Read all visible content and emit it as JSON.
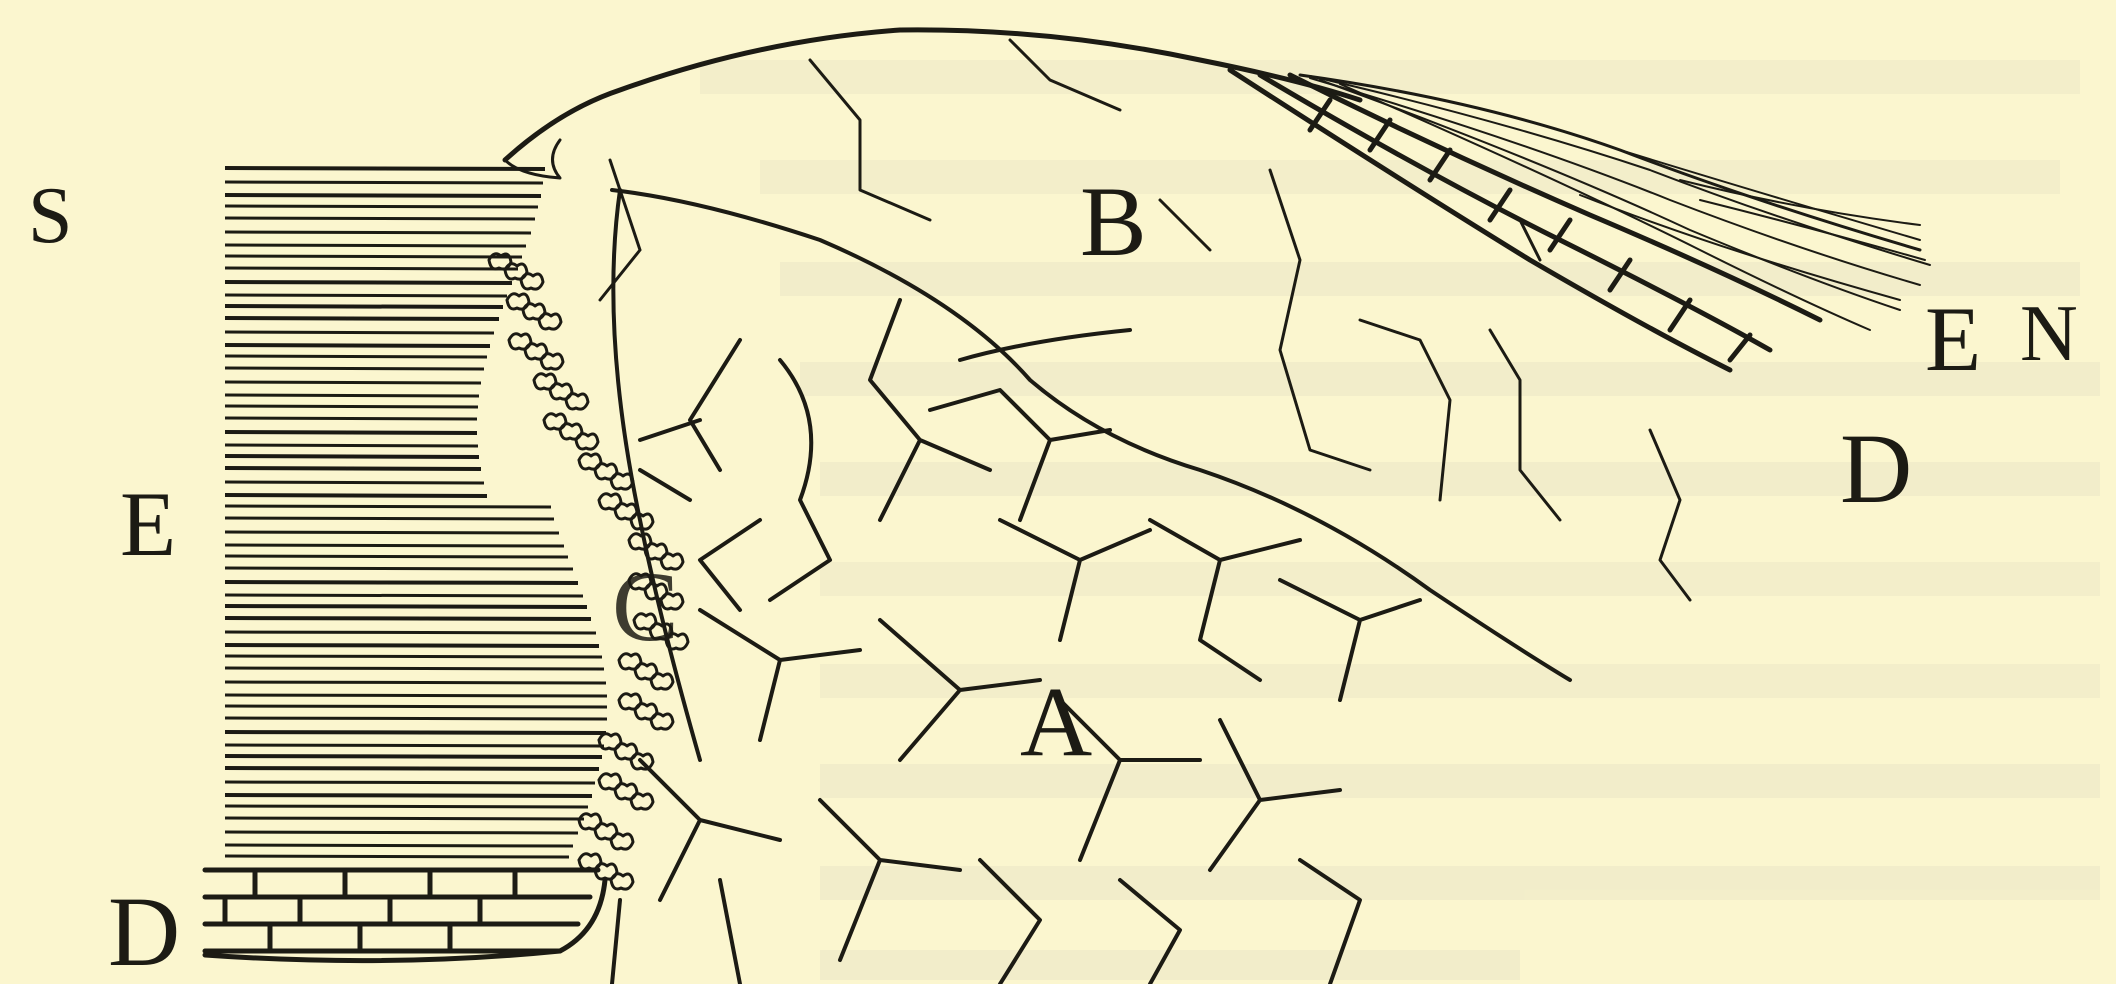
{
  "labels": {
    "south": "S",
    "north": "N",
    "e_left": "E",
    "e_right": "E",
    "b": "B",
    "a": "A",
    "c": "C",
    "d_left": "D",
    "d_right": "D"
  },
  "colors": {
    "paper": "#fbf6cf",
    "ink": "#1c1b14",
    "faint_text": "#ddd9bf"
  }
}
